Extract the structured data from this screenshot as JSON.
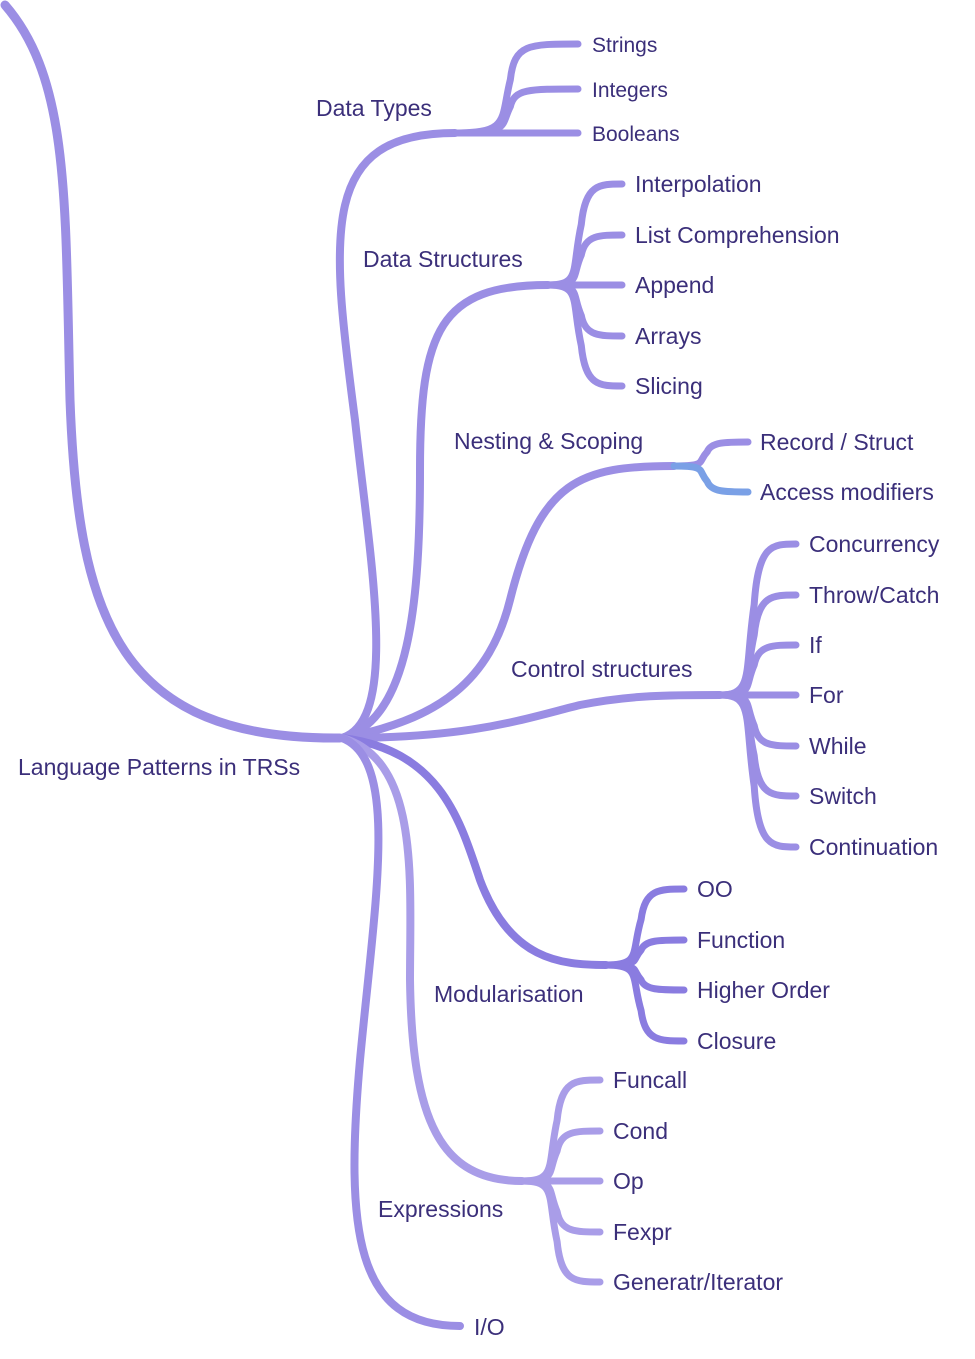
{
  "colors": {
    "main": "#9b8ee4",
    "light": "#a99de8",
    "dark": "#8a7ce0",
    "blue": "#7aa0e6",
    "text": "#3b2f7a",
    "text_alt": "#2f4a6a"
  },
  "root": {
    "label": "Language Patterns in TRSs"
  },
  "branches": [
    {
      "key": "data-types",
      "label": "Data Types",
      "children": [
        "Strings",
        "Integers",
        "Booleans"
      ]
    },
    {
      "key": "data-structures",
      "label": "Data Structures",
      "children": [
        "Interpolation",
        "List Comprehension",
        "Append",
        "Arrays",
        "Slicing"
      ]
    },
    {
      "key": "nesting-scoping",
      "label": "Nesting & Scoping",
      "children": [
        "Record / Struct",
        "Access modifiers"
      ]
    },
    {
      "key": "control-structures",
      "label": "Control structures",
      "children": [
        "Concurrency",
        "Throw/Catch",
        "If",
        "For",
        "While",
        "Switch",
        "Continuation"
      ]
    },
    {
      "key": "modularisation",
      "label": "Modularisation",
      "children": [
        "OO",
        "Function",
        "Higher Order",
        "Closure"
      ]
    },
    {
      "key": "expressions",
      "label": "Expressions",
      "children": [
        "Funcall",
        "Cond",
        "Op",
        "Fexpr",
        "Generatr/Iterator"
      ]
    },
    {
      "key": "io",
      "label": "I/O",
      "children": []
    }
  ]
}
